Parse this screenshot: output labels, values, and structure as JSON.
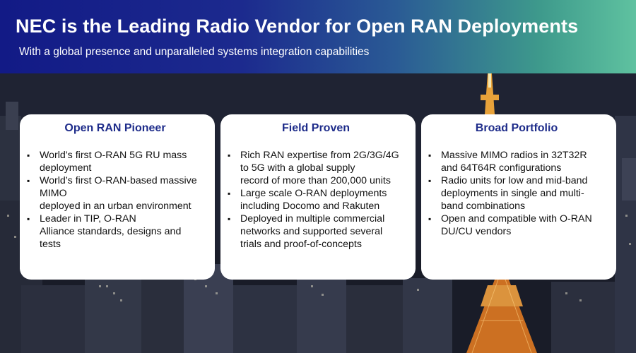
{
  "header": {
    "title": "NEC is the Leading Radio Vendor for Open RAN Deployments",
    "subtitle": "With a global presence and unparalleled systems integration capabilities"
  },
  "cards": [
    {
      "title": "Open RAN Pioneer",
      "bullets": [
        [
          "World’s first O-RAN 5G RU mass",
          "deployment"
        ],
        [
          "World’s first O-RAN-based massive",
          "MIMO",
          "deployed  in an urban environment"
        ],
        [
          "Leader in TIP, O-RAN",
          "Alliance standards, designs and",
          "tests"
        ]
      ]
    },
    {
      "title": "Field Proven",
      "bullets": [
        [
          "Rich RAN expertise from 2G/3G/4G",
          "to 5G with a global supply",
          "record of more than 200,000 units"
        ],
        [
          "Large scale O-RAN deployments",
          "including Docomo and Rakuten"
        ],
        [
          "Deployed in multiple commercial",
          "networks and supported  several",
          "trials and proof-of-concepts"
        ]
      ]
    },
    {
      "title": "Broad Portfolio",
      "bullets": [
        [
          "Massive MIMO radios in 32T32R",
          "and 64T64R configurations"
        ],
        [
          "Radio units for low and mid-band",
          "deployments in single and multi-",
          "band combinations"
        ],
        [
          "Open and compatible with O-RAN",
          "DU/CU vendors"
        ]
      ]
    }
  ],
  "colors": {
    "card_title": "#1e2c8a",
    "header_start": "#121a86",
    "header_end": "#5fc2a0"
  }
}
